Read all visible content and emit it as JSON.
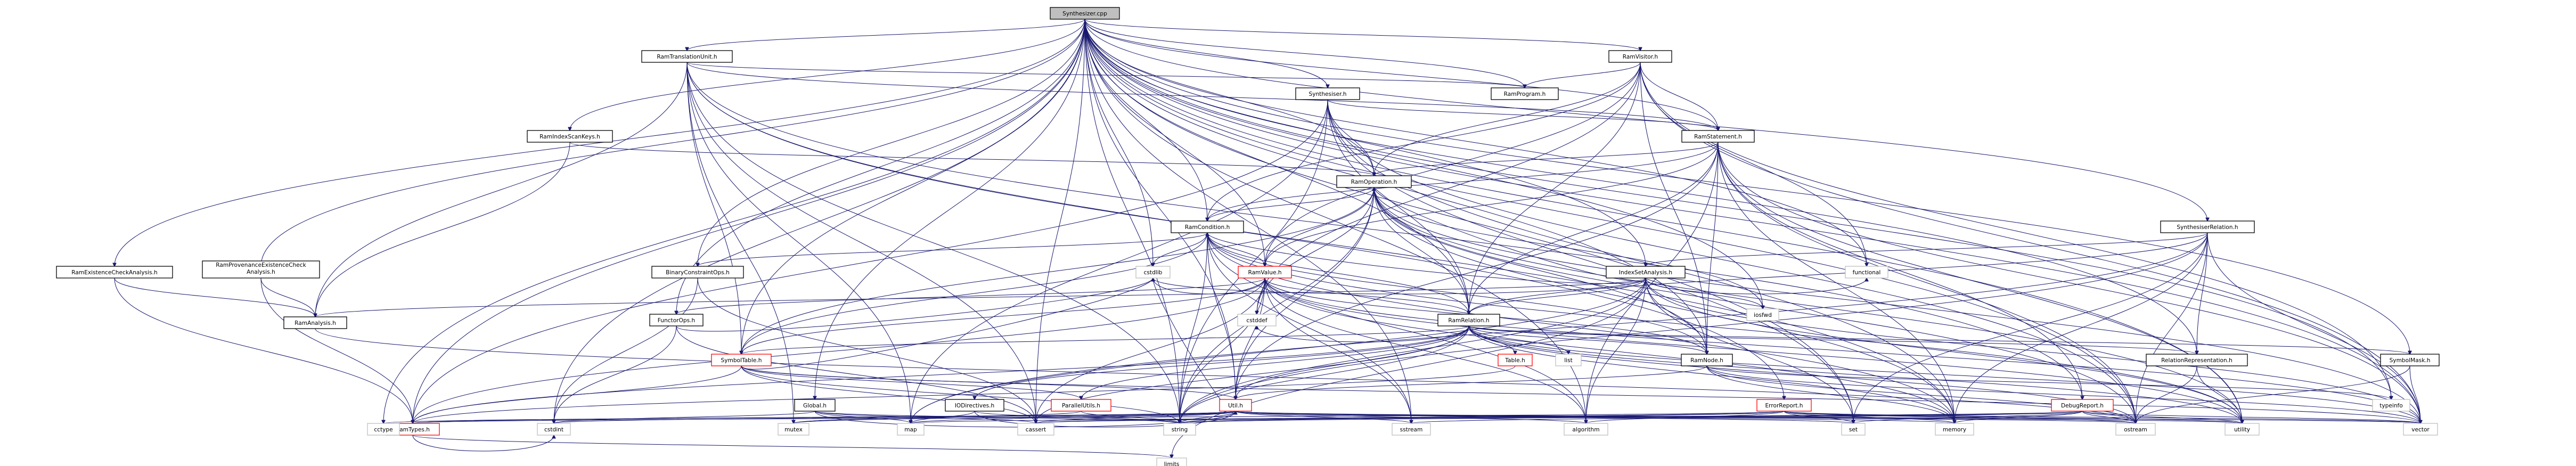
{
  "graph": {
    "nodes": [
      {
        "id": "synth_cpp",
        "label": "Synthesizer.cpp",
        "style": "root"
      },
      {
        "id": "ram_trans_h",
        "label": "RamTranslationUnit.h",
        "style": "normal"
      },
      {
        "id": "ram_visitor_h",
        "label": "RamVisitor.h",
        "style": "normal"
      },
      {
        "id": "synthesiser_h",
        "label": "Synthesiser.h",
        "style": "normal"
      },
      {
        "id": "ram_program_h",
        "label": "RamProgram.h",
        "style": "normal"
      },
      {
        "id": "ram_index_scan_h",
        "label": "RamIndexScanKeys.h",
        "style": "normal"
      },
      {
        "id": "ram_statement_h",
        "label": "RamStatement.h",
        "style": "normal"
      },
      {
        "id": "ram_operation_h",
        "label": "RamOperation.h",
        "style": "normal"
      },
      {
        "id": "ram_condition_h",
        "label": "RamCondition.h",
        "style": "normal"
      },
      {
        "id": "synth_relation_h",
        "label": "SynthesiserRelation.h",
        "style": "normal"
      },
      {
        "id": "indexset_h",
        "label": "IndexSetAnalysis.h",
        "style": "normal"
      },
      {
        "id": "ram_exist_h",
        "label": "RamExistenceCheckAnalysis.h",
        "style": "normal"
      },
      {
        "id": "ram_prov_h",
        "label": "RamProvenanceExistenceCheck Analysis.h",
        "style": "normal"
      },
      {
        "id": "binary_ops_h",
        "label": "BinaryConstraintOps.h",
        "style": "normal"
      },
      {
        "id": "ram_value_h",
        "label": "RamValue.h",
        "style": "redbox"
      },
      {
        "id": "ram_relation_h",
        "label": "RamRelation.h",
        "style": "normal"
      },
      {
        "id": "ram_analysis_h",
        "label": "RamAnalysis.h",
        "style": "normal"
      },
      {
        "id": "functor_ops_h",
        "label": "FunctorOps.h",
        "style": "normal"
      },
      {
        "id": "symbol_table_h",
        "label": "SymbolTable.h",
        "style": "redbox"
      },
      {
        "id": "global_h",
        "label": "Global.h",
        "style": "normal"
      },
      {
        "id": "io_directives_h",
        "label": "IODirectives.h",
        "style": "normal"
      },
      {
        "id": "parallel_utils_h",
        "label": "ParallelUtils.h",
        "style": "redbox"
      },
      {
        "id": "table_h",
        "label": "Table.h",
        "style": "redbox"
      },
      {
        "id": "list_node",
        "label": "list",
        "style": "missing"
      },
      {
        "id": "ram_node_h",
        "label": "RamNode.h",
        "style": "normal"
      },
      {
        "id": "util_h",
        "label": "Util.h",
        "style": "redbox"
      },
      {
        "id": "error_report_h",
        "label": "ErrorReport.h",
        "style": "redbox"
      },
      {
        "id": "debug_report_h",
        "label": "DebugReport.h",
        "style": "redbox"
      },
      {
        "id": "relation_rep_h",
        "label": "RelationRepresentation.h",
        "style": "normal"
      },
      {
        "id": "symbol_mask_h",
        "label": "SymbolMask.h",
        "style": "normal"
      },
      {
        "id": "ram_types_h",
        "label": "RamTypes.h",
        "style": "redbox"
      },
      {
        "id": "cstdlib",
        "label": "cstdlib",
        "style": "missing"
      },
      {
        "id": "iosfwd",
        "label": "iosfwd",
        "style": "missing"
      },
      {
        "id": "functional",
        "label": "functional",
        "style": "missing"
      },
      {
        "id": "typeinfo",
        "label": "typeinfo",
        "style": "missing"
      },
      {
        "id": "vector",
        "label": "vector",
        "style": "missing"
      },
      {
        "id": "utility",
        "label": "utility",
        "style": "missing"
      },
      {
        "id": "ostream",
        "label": "ostream",
        "style": "missing"
      },
      {
        "id": "memory",
        "label": "memory",
        "style": "missing"
      },
      {
        "id": "set",
        "label": "set",
        "style": "missing"
      },
      {
        "id": "algorithm",
        "label": "algorithm",
        "style": "missing"
      },
      {
        "id": "sstream",
        "label": "sstream",
        "style": "missing"
      },
      {
        "id": "cstddef",
        "label": "cstddef",
        "style": "missing"
      },
      {
        "id": "string",
        "label": "string",
        "style": "missing"
      },
      {
        "id": "cassert",
        "label": "cassert",
        "style": "missing"
      },
      {
        "id": "map",
        "label": "map",
        "style": "missing"
      },
      {
        "id": "mutex",
        "label": "mutex",
        "style": "missing"
      },
      {
        "id": "cstdint",
        "label": "cstdint",
        "style": "missing"
      },
      {
        "id": "cctype",
        "label": "cctype",
        "style": "missing"
      },
      {
        "id": "limits",
        "label": "limits",
        "style": "missing"
      }
    ],
    "edges": [
      [
        "synth_cpp",
        "ram_trans_h"
      ],
      [
        "synth_cpp",
        "ram_visitor_h"
      ],
      [
        "synth_cpp",
        "synthesiser_h"
      ],
      [
        "synth_cpp",
        "ram_program_h"
      ],
      [
        "synth_cpp",
        "ram_index_scan_h"
      ],
      [
        "synth_cpp",
        "ram_statement_h"
      ],
      [
        "synth_cpp",
        "ram_operation_h"
      ],
      [
        "synth_cpp",
        "ram_condition_h"
      ],
      [
        "synth_cpp",
        "synth_relation_h"
      ],
      [
        "synth_cpp",
        "indexset_h"
      ],
      [
        "synth_cpp",
        "ram_exist_h"
      ],
      [
        "synth_cpp",
        "ram_prov_h"
      ],
      [
        "synth_cpp",
        "binary_ops_h"
      ],
      [
        "synth_cpp",
        "ram_value_h"
      ],
      [
        "synth_cpp",
        "ram_relation_h"
      ],
      [
        "synth_cpp",
        "functor_ops_h"
      ],
      [
        "synth_cpp",
        "symbol_table_h"
      ],
      [
        "synth_cpp",
        "global_h"
      ],
      [
        "synth_cpp",
        "ram_node_h"
      ],
      [
        "synth_cpp",
        "util_h"
      ],
      [
        "synth_cpp",
        "relation_rep_h"
      ],
      [
        "synth_cpp",
        "symbol_mask_h"
      ],
      [
        "synth_cpp",
        "ram_types_h"
      ],
      [
        "synth_cpp",
        "functional"
      ],
      [
        "synth_cpp",
        "typeinfo"
      ],
      [
        "synth_cpp",
        "vector"
      ],
      [
        "synth_cpp",
        "utility"
      ],
      [
        "synth_cpp",
        "ostream"
      ],
      [
        "synth_cpp",
        "set"
      ],
      [
        "synth_cpp",
        "algorithm"
      ],
      [
        "synth_cpp",
        "sstream"
      ],
      [
        "synth_cpp",
        "cstdlib"
      ],
      [
        "synth_cpp",
        "string"
      ],
      [
        "synth_cpp",
        "cassert"
      ],
      [
        "synth_cpp",
        "cctype"
      ],
      [
        "synth_cpp",
        "cstdint"
      ],
      [
        "synth_cpp",
        "iosfwd"
      ],
      [
        "ram_trans_h",
        "ram_program_h"
      ],
      [
        "ram_trans_h",
        "ram_statement_h"
      ],
      [
        "ram_trans_h",
        "ram_analysis_h"
      ],
      [
        "ram_trans_h",
        "symbol_table_h"
      ],
      [
        "ram_trans_h",
        "debug_report_h"
      ],
      [
        "ram_trans_h",
        "error_report_h"
      ],
      [
        "ram_trans_h",
        "cassert"
      ],
      [
        "ram_trans_h",
        "map"
      ],
      [
        "ram_trans_h",
        "memory"
      ],
      [
        "ram_trans_h",
        "string"
      ],
      [
        "ram_trans_h",
        "mutex"
      ],
      [
        "ram_visitor_h",
        "ram_program_h"
      ],
      [
        "ram_visitor_h",
        "ram_statement_h"
      ],
      [
        "ram_visitor_h",
        "ram_operation_h"
      ],
      [
        "ram_visitor_h",
        "ram_condition_h"
      ],
      [
        "ram_visitor_h",
        "ram_value_h"
      ],
      [
        "ram_visitor_h",
        "ram_relation_h"
      ],
      [
        "ram_visitor_h",
        "ram_node_h"
      ],
      [
        "ram_visitor_h",
        "functional"
      ],
      [
        "ram_visitor_h",
        "typeinfo"
      ],
      [
        "ram_visitor_h",
        "vector"
      ],
      [
        "ram_visitor_h",
        "cstddef"
      ],
      [
        "synthesiser_h",
        "ram_statement_h"
      ],
      [
        "synthesiser_h",
        "ram_operation_h"
      ],
      [
        "synthesiser_h",
        "ram_relation_h"
      ],
      [
        "synthesiser_h",
        "ram_types_h"
      ],
      [
        "synthesiser_h",
        "set"
      ],
      [
        "synthesiser_h",
        "string"
      ],
      [
        "synthesiser_h",
        "map"
      ],
      [
        "synthesiser_h",
        "memory"
      ],
      [
        "synthesiser_h",
        "ostream"
      ],
      [
        "ram_index_scan_h",
        "ram_operation_h"
      ],
      [
        "ram_index_scan_h",
        "ram_analysis_h"
      ],
      [
        "ram_statement_h",
        "ram_operation_h"
      ],
      [
        "ram_statement_h",
        "ram_relation_h"
      ],
      [
        "ram_statement_h",
        "ram_value_h"
      ],
      [
        "ram_statement_h",
        "ram_node_h"
      ],
      [
        "ram_statement_h",
        "ram_condition_h"
      ],
      [
        "ram_statement_h",
        "util_h"
      ],
      [
        "ram_statement_h",
        "debug_report_h"
      ],
      [
        "ram_statement_h",
        "algorithm"
      ],
      [
        "ram_statement_h",
        "memory"
      ],
      [
        "ram_statement_h",
        "vector"
      ],
      [
        "ram_statement_h",
        "ostream"
      ],
      [
        "ram_statement_h",
        "utility"
      ],
      [
        "ram_operation_h",
        "ram_condition_h"
      ],
      [
        "ram_operation_h",
        "ram_relation_h"
      ],
      [
        "ram_operation_h",
        "ram_value_h"
      ],
      [
        "ram_operation_h",
        "ram_node_h"
      ],
      [
        "ram_operation_h",
        "symbol_table_h"
      ],
      [
        "ram_operation_h",
        "util_h"
      ],
      [
        "ram_operation_h",
        "cstddef"
      ],
      [
        "ram_operation_h",
        "iosfwd"
      ],
      [
        "ram_operation_h",
        "string"
      ],
      [
        "ram_operation_h",
        "vector"
      ],
      [
        "ram_operation_h",
        "memory"
      ],
      [
        "ram_operation_h",
        "utility"
      ],
      [
        "ram_operation_h",
        "ostream"
      ],
      [
        "ram_condition_h",
        "binary_ops_h"
      ],
      [
        "ram_condition_h",
        "ram_value_h"
      ],
      [
        "ram_condition_h",
        "ram_relation_h"
      ],
      [
        "ram_condition_h",
        "ram_node_h"
      ],
      [
        "ram_condition_h",
        "symbol_table_h"
      ],
      [
        "ram_condition_h",
        "util_h"
      ],
      [
        "ram_condition_h",
        "algorithm"
      ],
      [
        "ram_condition_h",
        "sstream"
      ],
      [
        "ram_condition_h",
        "memory"
      ],
      [
        "ram_condition_h",
        "string"
      ],
      [
        "ram_condition_h",
        "cstdlib"
      ],
      [
        "ram_condition_h",
        "utility"
      ],
      [
        "synth_relation_h",
        "ram_relation_h"
      ],
      [
        "synth_relation_h",
        "indexset_h"
      ],
      [
        "synth_relation_h",
        "relation_rep_h"
      ],
      [
        "synth_relation_h",
        "set"
      ],
      [
        "synth_relation_h",
        "string"
      ],
      [
        "synth_relation_h",
        "map"
      ],
      [
        "synth_relation_h",
        "memory"
      ],
      [
        "synth_relation_h",
        "vector"
      ],
      [
        "synth_relation_h",
        "ostream"
      ],
      [
        "indexset_h",
        "ram_analysis_h"
      ],
      [
        "indexset_h",
        "ram_relation_h"
      ],
      [
        "indexset_h",
        "ram_node_h"
      ],
      [
        "indexset_h",
        "ram_condition_h"
      ],
      [
        "indexset_h",
        "ram_operation_h"
      ],
      [
        "indexset_h",
        "algorithm"
      ],
      [
        "indexset_h",
        "cstdlib"
      ],
      [
        "indexset_h",
        "iosfwd"
      ],
      [
        "indexset_h",
        "set"
      ],
      [
        "indexset_h",
        "string"
      ],
      [
        "indexset_h",
        "vector"
      ],
      [
        "indexset_h",
        "map"
      ],
      [
        "indexset_h",
        "functional"
      ],
      [
        "indexset_h",
        "utility"
      ],
      [
        "indexset_h",
        "limits"
      ],
      [
        "ram_exist_h",
        "ram_analysis_h"
      ],
      [
        "ram_exist_h",
        "ram_types_h"
      ],
      [
        "ram_prov_h",
        "ram_analysis_h"
      ],
      [
        "ram_prov_h",
        "ram_types_h"
      ],
      [
        "binary_ops_h",
        "cassert"
      ],
      [
        "binary_ops_h",
        "cstdint"
      ],
      [
        "ram_value_h",
        "ram_relation_h"
      ],
      [
        "ram_value_h",
        "ram_node_h"
      ],
      [
        "ram_value_h",
        "functor_ops_h"
      ],
      [
        "ram_value_h",
        "symbol_table_h"
      ],
      [
        "ram_value_h",
        "ram_types_h"
      ],
      [
        "ram_value_h",
        "util_h"
      ],
      [
        "ram_value_h",
        "algorithm"
      ],
      [
        "ram_value_h",
        "sstream"
      ],
      [
        "ram_value_h",
        "cstdlib"
      ],
      [
        "ram_value_h",
        "string"
      ],
      [
        "ram_value_h",
        "memory"
      ],
      [
        "ram_value_h",
        "array"
      ],
      [
        "ram_value_h",
        "utility"
      ],
      [
        "ram_value_h",
        "vector"
      ],
      [
        "ram_value_h",
        "cassert"
      ],
      [
        "ram_relation_h",
        "ram_node_h"
      ],
      [
        "ram_relation_h",
        "symbol_mask_h"
      ],
      [
        "ram_relation_h",
        "relation_rep_h"
      ],
      [
        "ram_relation_h",
        "table_h"
      ],
      [
        "ram_relation_h",
        "list_node"
      ],
      [
        "ram_relation_h",
        "util_h"
      ],
      [
        "ram_relation_h",
        "io_directives_h"
      ],
      [
        "ram_relation_h",
        "parallel_utils_h"
      ],
      [
        "ram_relation_h",
        "ram_types_h"
      ],
      [
        "ram_relation_h",
        "symbol_table_h"
      ],
      [
        "ram_relation_h",
        "cassert"
      ],
      [
        "ram_relation_h",
        "cstddef"
      ],
      [
        "ram_relation_h",
        "string"
      ],
      [
        "ram_relation_h",
        "memory"
      ],
      [
        "ram_relation_h",
        "vector"
      ],
      [
        "ram_relation_h",
        "utility"
      ],
      [
        "ram_relation_h",
        "ostream"
      ],
      [
        "ram_analysis_h",
        "ostream"
      ],
      [
        "functor_ops_h",
        "cassert"
      ],
      [
        "functor_ops_h",
        "cstdint"
      ],
      [
        "functor_ops_h",
        "cstdlib"
      ],
      [
        "symbol_table_h",
        "util_h"
      ],
      [
        "symbol_table_h",
        "parallel_utils_h"
      ],
      [
        "symbol_table_h",
        "ram_types_h"
      ],
      [
        "symbol_table_h",
        "cassert"
      ],
      [
        "symbol_table_h",
        "cstdlib"
      ],
      [
        "symbol_table_h",
        "deque"
      ],
      [
        "symbol_table_h",
        "iostream"
      ],
      [
        "symbol_table_h",
        "string"
      ],
      [
        "symbol_table_h",
        "vector"
      ],
      [
        "global_h",
        "util_h"
      ],
      [
        "global_h",
        "map"
      ],
      [
        "global_h",
        "string"
      ],
      [
        "global_h",
        "cassert"
      ],
      [
        "global_h",
        "cstdint"
      ],
      [
        "io_directives_h",
        "string"
      ],
      [
        "io_directives_h",
        "map"
      ],
      [
        "io_directives_h",
        "util_h"
      ],
      [
        "parallel_utils_h",
        "string"
      ],
      [
        "parallel_utils_h",
        "mutex"
      ],
      [
        "table_h",
        "ram_types_h"
      ],
      [
        "ram_node_h",
        "util_h"
      ],
      [
        "ram_node_h",
        "memory"
      ],
      [
        "ram_node_h",
        "vector"
      ],
      [
        "ram_node_h",
        "ostream"
      ],
      [
        "ram_node_h",
        "typeinfo"
      ],
      [
        "util_h",
        "ram_types_h"
      ],
      [
        "util_h",
        "cassert"
      ],
      [
        "util_h",
        "map"
      ],
      [
        "util_h",
        "string"
      ],
      [
        "util_h",
        "sstream"
      ],
      [
        "util_h",
        "algorithm"
      ],
      [
        "util_h",
        "set"
      ],
      [
        "util_h",
        "utility"
      ],
      [
        "util_h",
        "vector"
      ],
      [
        "util_h",
        "ostream"
      ],
      [
        "util_h",
        "memory"
      ],
      [
        "util_h",
        "cctype"
      ],
      [
        "util_h",
        "cstdint"
      ],
      [
        "util_h",
        "cstdlib"
      ],
      [
        "util_h",
        "mutex"
      ],
      [
        "error_report_h",
        "ram_types_h"
      ],
      [
        "error_report_h",
        "algorithm"
      ],
      [
        "error_report_h",
        "set"
      ],
      [
        "error_report_h",
        "string"
      ],
      [
        "error_report_h",
        "vector"
      ],
      [
        "error_report_h",
        "memory"
      ],
      [
        "error_report_h",
        "ostream"
      ],
      [
        "error_report_h",
        "utility"
      ],
      [
        "error_report_h",
        "cassert"
      ],
      [
        "debug_report_h",
        "ostream"
      ],
      [
        "debug_report_h",
        "utility"
      ],
      [
        "debug_report_h",
        "memory"
      ],
      [
        "debug_report_h",
        "set"
      ],
      [
        "debug_report_h",
        "sstream"
      ],
      [
        "debug_report_h",
        "vector"
      ],
      [
        "debug_report_h",
        "string"
      ],
      [
        "debug_report_h",
        "map"
      ],
      [
        "debug_report_h",
        "cassert"
      ],
      [
        "relation_rep_h",
        "ostream"
      ],
      [
        "relation_rep_h",
        "utility"
      ],
      [
        "symbol_mask_h",
        "vector"
      ],
      [
        "symbol_mask_h",
        "ostream"
      ],
      [
        "ram_types_h",
        "limits"
      ],
      [
        "ram_types_h",
        "cstdint"
      ]
    ]
  }
}
